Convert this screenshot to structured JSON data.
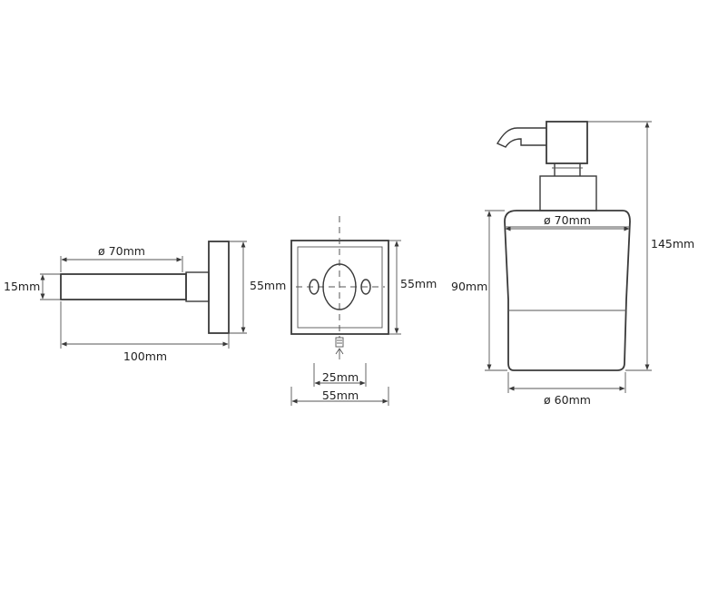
{
  "side_view": {
    "diameter_label": "ø 70mm",
    "height_label": "15mm",
    "length_label": "100mm",
    "plate_height_label": "55mm"
  },
  "front_plate": {
    "height_label": "55mm",
    "hole_spacing_label": "25mm",
    "width_label": "55mm"
  },
  "dispenser": {
    "top_diameter_label": "ø 70mm",
    "total_height_label": "145mm",
    "body_height_label": "90mm",
    "bottom_diameter_label": "ø 60mm"
  }
}
